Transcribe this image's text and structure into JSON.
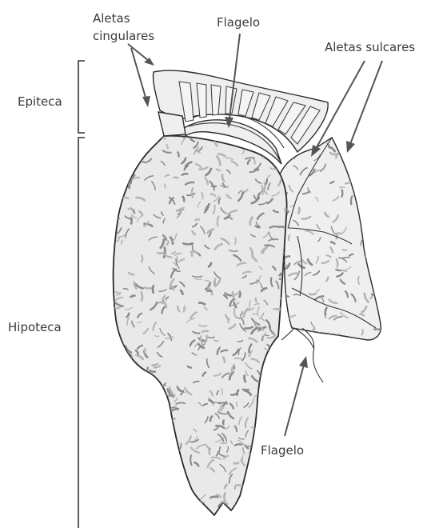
{
  "labels": {
    "aletas_cingulares_line1": "Aletas",
    "aletas_cingulares_line2": "cingulares",
    "flagelo_top": "Flagelo",
    "aletas_sulcares": "Aletas sulcares",
    "epiteca": "Epiteca",
    "hipoteca": "Hipoteca",
    "flagelo_bottom": "Flagelo"
  },
  "colors": {
    "text": "#3a3a3a",
    "pointer": "#555555",
    "outline": "#2b2b2b",
    "cell_fill": "#e9e9e9",
    "texture_dark": "#8a8a8a",
    "texture_light": "#b5b5b5"
  }
}
